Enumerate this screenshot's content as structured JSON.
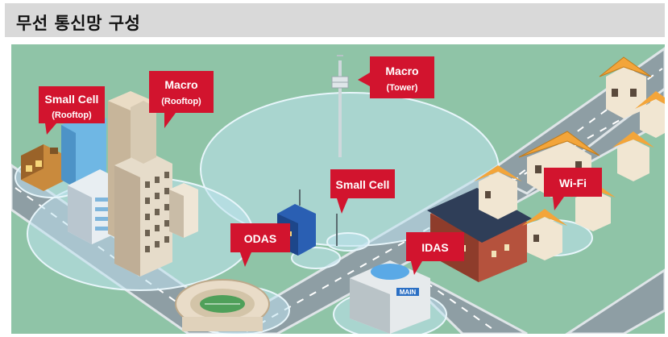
{
  "title": "무선 통신망 구성",
  "labels": {
    "small_cell_rooftop": {
      "line1": "Small Cell",
      "line2": "(Rooftop)"
    },
    "macro_rooftop": {
      "line1": "Macro",
      "line2": "(Rooftop)"
    },
    "macro_tower": {
      "line1": "Macro",
      "line2": "(Tower)"
    },
    "small_cell": {
      "line1": "Small Cell"
    },
    "odas": {
      "line1": "ODAS"
    },
    "idas": {
      "line1": "IDAS"
    },
    "wifi": {
      "line1": "Wi-Fi"
    },
    "stadium_sign": "MAIN"
  },
  "colors": {
    "ground": "#8fc4a7",
    "road": "#8e9ea4",
    "sidewalk": "#c9d2d6",
    "callout": "#d2142e",
    "coverage": "#bfe3f0",
    "roof_orange": "#f3a53a"
  }
}
